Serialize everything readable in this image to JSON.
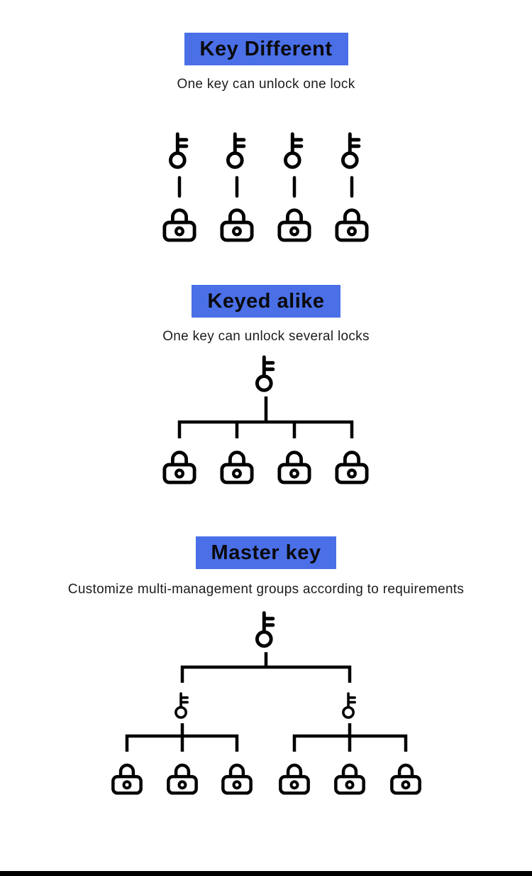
{
  "page": {
    "background": "#ffffff",
    "accent_blue": "#4a6fe7",
    "icon_color": "#000000",
    "footer_bar_color": "#000000"
  },
  "sections": [
    {
      "id": "key-different",
      "title": "Key Different",
      "subtitle": "One key can unlock one lock",
      "diagram": {
        "type": "one-to-one",
        "key_count": 4,
        "lock_count": 4
      }
    },
    {
      "id": "keyed-alike",
      "title": "Keyed alike",
      "subtitle": "One key can unlock several locks",
      "diagram": {
        "type": "one-to-many",
        "key_count": 1,
        "lock_count": 4
      }
    },
    {
      "id": "master-key",
      "title": "Master key",
      "subtitle": "Customize multi-management groups according to requirements",
      "diagram": {
        "type": "two-level-hierarchy",
        "master_key_count": 1,
        "sub_key_count": 2,
        "locks_per_sub_key": 3,
        "lock_count": 6
      }
    }
  ],
  "icons": {
    "key": "key-icon",
    "padlock": "padlock-icon"
  }
}
